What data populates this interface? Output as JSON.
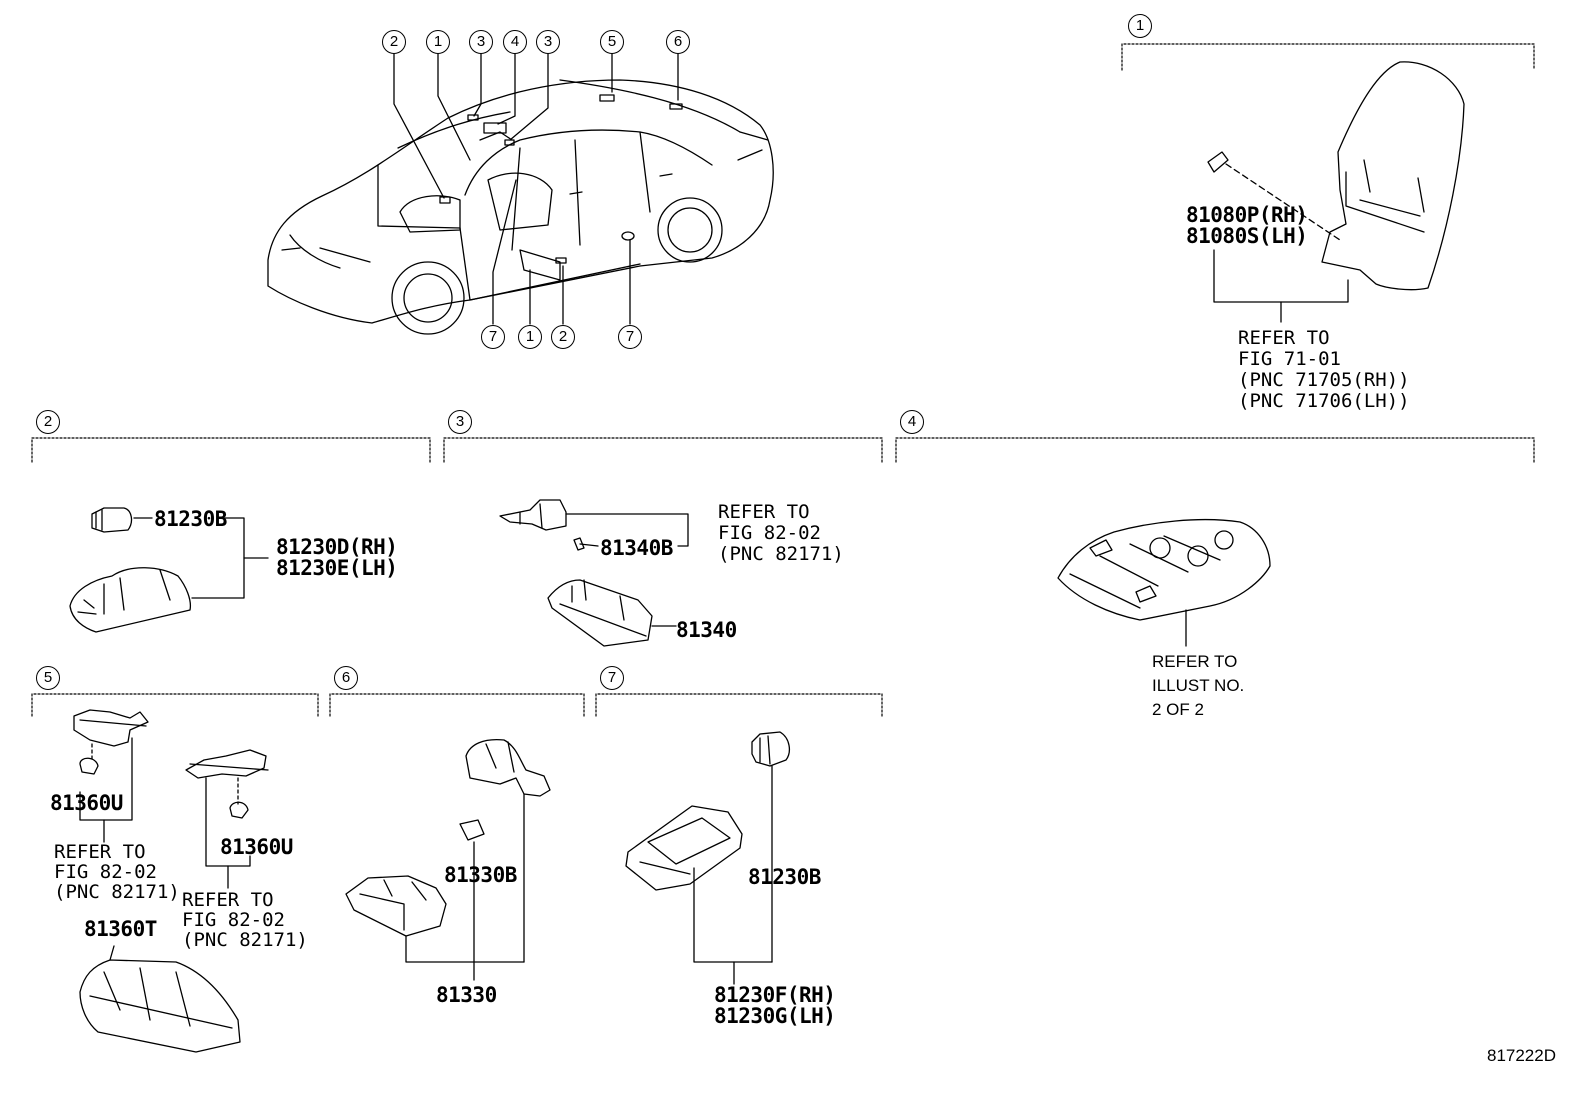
{
  "callouts": {
    "c1": "1",
    "c2": "2",
    "c3": "3",
    "c4": "4",
    "c5": "5",
    "c6": "6",
    "c7": "7"
  },
  "group1": {
    "part_rh": "81080P(RH)",
    "part_lh": "81080S(LH)",
    "refer": [
      "REFER TO",
      "FIG 71-01",
      "(PNC 71705(RH))",
      "(PNC 71706(LH))"
    ]
  },
  "group2": {
    "bulb": "81230B",
    "lamp_rh": "81230D(RH)",
    "lamp_lh": "81230E(LH)"
  },
  "group3": {
    "refer": [
      "REFER TO",
      "FIG 82-02",
      "(PNC 82171)"
    ],
    "bulb": "81340B",
    "lamp": "81340"
  },
  "group4": {
    "refer": [
      "REFER TO",
      "ILLUST NO.",
      "2 OF 2"
    ]
  },
  "group5": {
    "bulb_a": "81360U",
    "refer_a": [
      "REFER TO",
      "FIG 82-02",
      "(PNC 82171)"
    ],
    "bulb_b": "81360U",
    "refer_b": [
      "REFER TO",
      "FIG 82-02",
      "(PNC 82171)"
    ],
    "lamp": "81360T"
  },
  "group6": {
    "bulb": "81330B",
    "lamp": "81330"
  },
  "group7": {
    "bulb": "81230B",
    "lamp_rh": "81230F(RH)",
    "lamp_lh": "81230G(LH)"
  },
  "diagram_code": "817222D"
}
